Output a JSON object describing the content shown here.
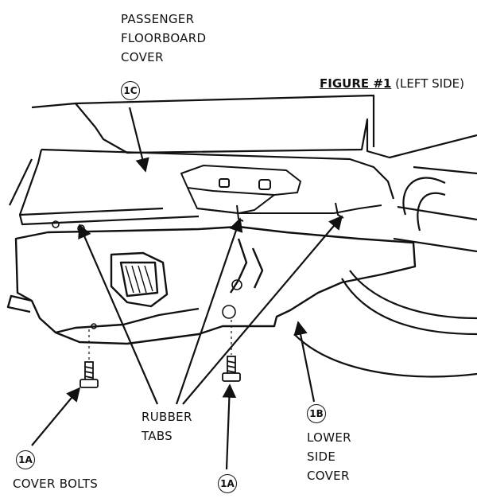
{
  "figure_title": {
    "main": "FIGURE #1",
    "suffix": "(LEFT SIDE)"
  },
  "labels": {
    "passenger_cover": [
      "PASSENGER",
      "FLOORBOARD",
      "COVER"
    ],
    "passenger_cover_callout": "1C",
    "rubber_tabs": [
      "RUBBER",
      "TABS"
    ],
    "lower_side_cover": [
      "LOWER",
      "SIDE",
      "COVER"
    ],
    "lower_side_cover_callout": "1B",
    "cover_bolts": "COVER BOLTS",
    "cover_bolts_callout": "1A",
    "bottom_bolt_callout": "1A"
  },
  "colors": {
    "ink": "#111111",
    "paper": "#ffffff",
    "shade": "#d9d9d9"
  }
}
